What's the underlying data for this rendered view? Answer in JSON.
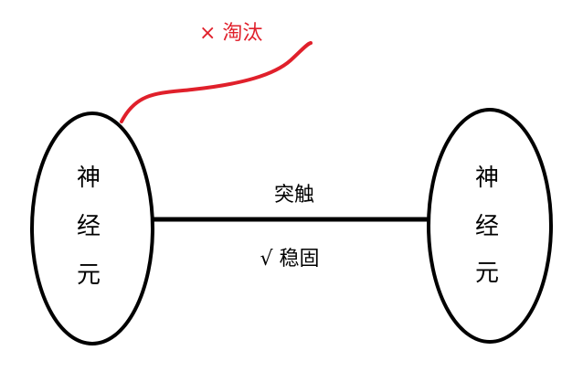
{
  "left_neuron": {
    "chars": [
      "神",
      "经",
      "元"
    ]
  },
  "right_neuron": {
    "chars": [
      "神",
      "经",
      "元"
    ]
  },
  "synapse": {
    "label": "突触",
    "status": "√ 稳固"
  },
  "pruned_connection": {
    "label": "× 淘汰",
    "color": "#e0202b"
  },
  "colors": {
    "stroke": "#000000",
    "text": "#000000",
    "background": "#ffffff"
  }
}
